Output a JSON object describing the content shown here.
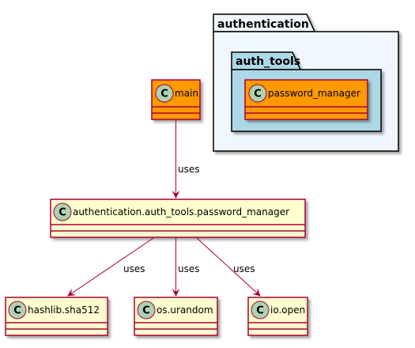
{
  "packages": [
    {
      "id": "authentication",
      "label": "authentication"
    },
    {
      "id": "auth_tools",
      "label": "auth_tools"
    }
  ],
  "classes": {
    "main": {
      "label": "main",
      "stereotype_letter": "C"
    },
    "password_manager": {
      "label": "password_manager",
      "stereotype_letter": "C"
    },
    "full_password_manager": {
      "label": "authentication.auth_tools.password_manager",
      "stereotype_letter": "C"
    },
    "hashlib": {
      "label": "hashlib.sha512",
      "stereotype_letter": "C"
    },
    "urandom": {
      "label": "os.urandom",
      "stereotype_letter": "C"
    },
    "open": {
      "label": "io.open",
      "stereotype_letter": "C"
    }
  },
  "edges": [
    {
      "from": "main",
      "to": "full_password_manager",
      "label": "uses"
    },
    {
      "from": "full_password_manager",
      "to": "hashlib",
      "label": "uses"
    },
    {
      "from": "full_password_manager",
      "to": "urandom",
      "label": "uses"
    },
    {
      "from": "full_password_manager",
      "to": "open",
      "label": "uses"
    }
  ],
  "colors": {
    "highlight_fill": "#FF9900",
    "class_fill": "#FEFECE",
    "class_border": "#A80036",
    "outer_package_fill": "#F0F7FF",
    "inner_package_fill": "#ADD8E6",
    "stereotype_circle": "#ADD1B2",
    "edge": "#A80036"
  }
}
